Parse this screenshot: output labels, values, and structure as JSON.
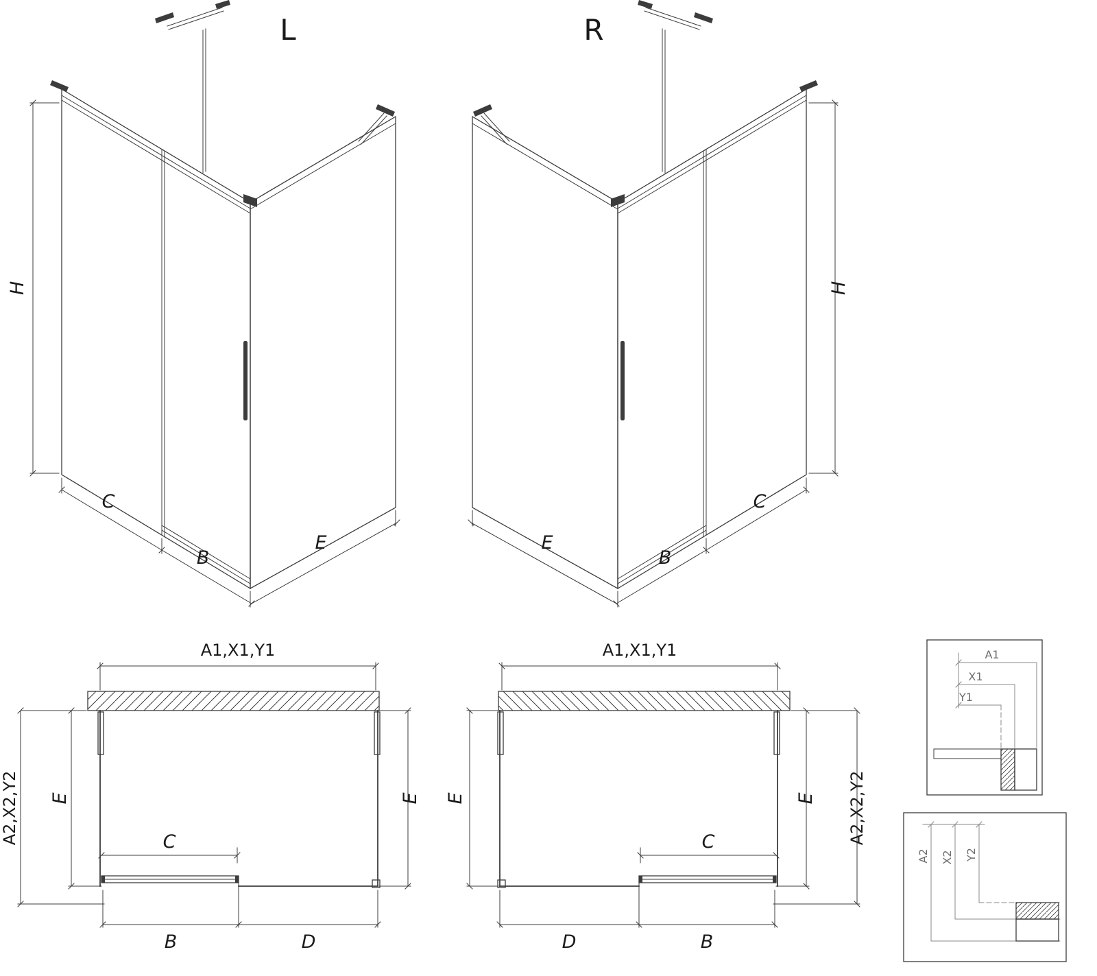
{
  "page": {
    "background": "#ffffff",
    "line_color": "#3c3c3c",
    "detail_line_color": "#8a8a8a",
    "text_color": "#1a1a1a"
  },
  "iso_left": {
    "label": "L",
    "h": "H",
    "c": "C",
    "b": "B",
    "e": "E"
  },
  "iso_right": {
    "label": "R",
    "h": "H",
    "c": "C",
    "b": "B",
    "e": "E"
  },
  "plan_left": {
    "a1": "A1,X1,Y1",
    "a2": "A2,X2,Y2",
    "e_left": "E",
    "e_right": "E",
    "c": "C",
    "b": "B",
    "d": "D"
  },
  "plan_right": {
    "a1": "A1,X1,Y1",
    "a2": "A2,X2,Y2",
    "e_left": "E",
    "e_right": "E",
    "c": "C",
    "b": "B",
    "d": "D"
  },
  "detail_horizontal": {
    "a1": "A1",
    "x1": "X1",
    "y1": "Y1"
  },
  "detail_vertical": {
    "a2": "A2",
    "x2": "X2",
    "y2": "Y2"
  }
}
